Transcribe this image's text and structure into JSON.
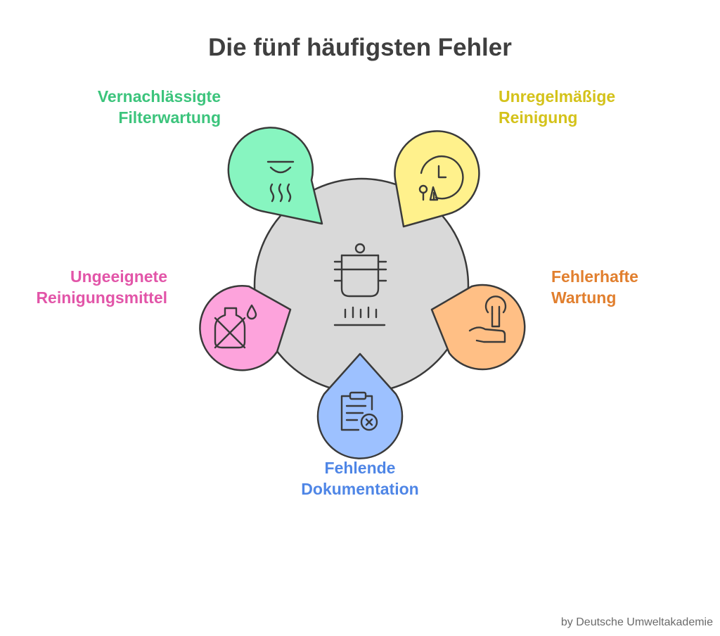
{
  "title": "Die fünf häufigsten Fehler",
  "center": {
    "icon": "cooking-pot-icon",
    "fill": "#d9d9d9"
  },
  "items": [
    {
      "line1": "Vernachlässigte",
      "line2": "Filterwartung",
      "color": "#3cc47c",
      "fill": "#87f5c0",
      "icon": "range-hood-steam-icon"
    },
    {
      "line1": "Unregelmäßige",
      "line2": "Reinigung",
      "color": "#d4c21a",
      "fill": "#fff18c",
      "icon": "clock-cleaning-icon"
    },
    {
      "line1": "Ungeeignete",
      "line2": "Reinigungsmittel",
      "color": "#e255a8",
      "fill": "#fda3dc",
      "icon": "crossed-bottle-drop-icon"
    },
    {
      "line1": "Fehlerhafte",
      "line2": "Wartung",
      "color": "#e17f2e",
      "fill": "#ffbf85",
      "icon": "hand-wrench-icon"
    },
    {
      "line1": "Fehlende",
      "line2": "Dokumentation",
      "color": "#4f86e6",
      "fill": "#9dc1ff",
      "icon": "clipboard-x-icon"
    }
  ],
  "credit": "by Deutsche Umweltakademie"
}
